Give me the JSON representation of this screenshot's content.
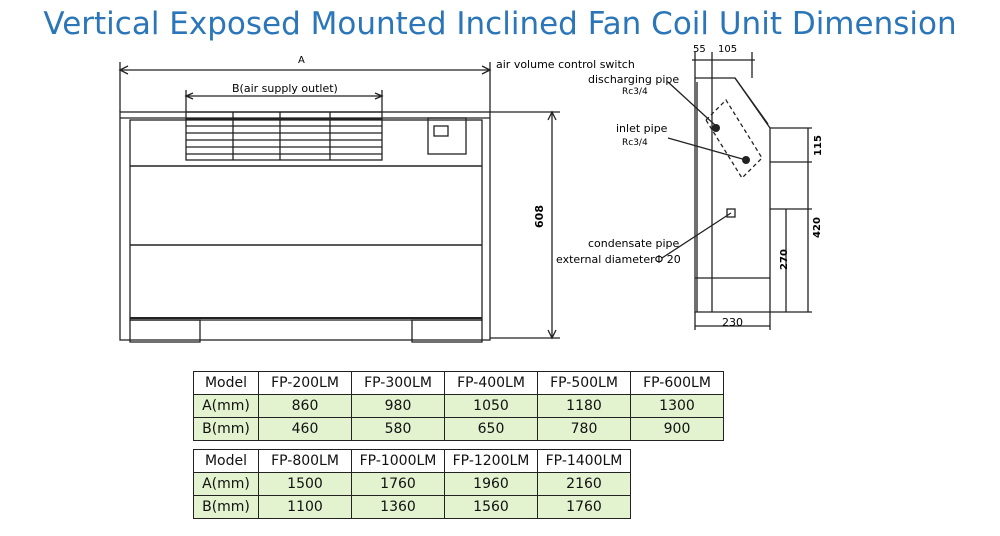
{
  "title": "Vertical Exposed Mounted Inclined Fan Coil Unit Dimension",
  "front_view": {
    "dim_a": "A",
    "dim_b": "B(air supply outlet)",
    "height": "608"
  },
  "side_view": {
    "air_volume_switch": "air volume control switch",
    "discharging_pipe": "discharging pipe",
    "discharging_size": "Rc3/4",
    "inlet_pipe": "inlet pipe",
    "inlet_size": "Rc3/4",
    "condensate_pipe": "condensate pipe",
    "external_diameter": "external diameterΦ 20",
    "dim_55": "55",
    "dim_105": "105",
    "dim_115": "115",
    "dim_420": "420",
    "dim_270": "270",
    "dim_230": "230"
  },
  "tables": [
    {
      "headers": [
        "Model",
        "FP-200LM",
        "FP-300LM",
        "FP-400LM",
        "FP-500LM",
        "FP-600LM"
      ],
      "rows": [
        [
          "A(mm)",
          "860",
          "980",
          "1050",
          "1180",
          "1300"
        ],
        [
          "B(mm)",
          "460",
          "580",
          "650",
          "780",
          "900"
        ]
      ]
    },
    {
      "headers": [
        "Model",
        "FP-800LM",
        "FP-1000LM",
        "FP-1200LM",
        "FP-1400LM"
      ],
      "rows": [
        [
          "A(mm)",
          "1500",
          "1760",
          "1960",
          "2160"
        ],
        [
          "B(mm)",
          "1100",
          "1360",
          "1560",
          "1760"
        ]
      ]
    }
  ]
}
